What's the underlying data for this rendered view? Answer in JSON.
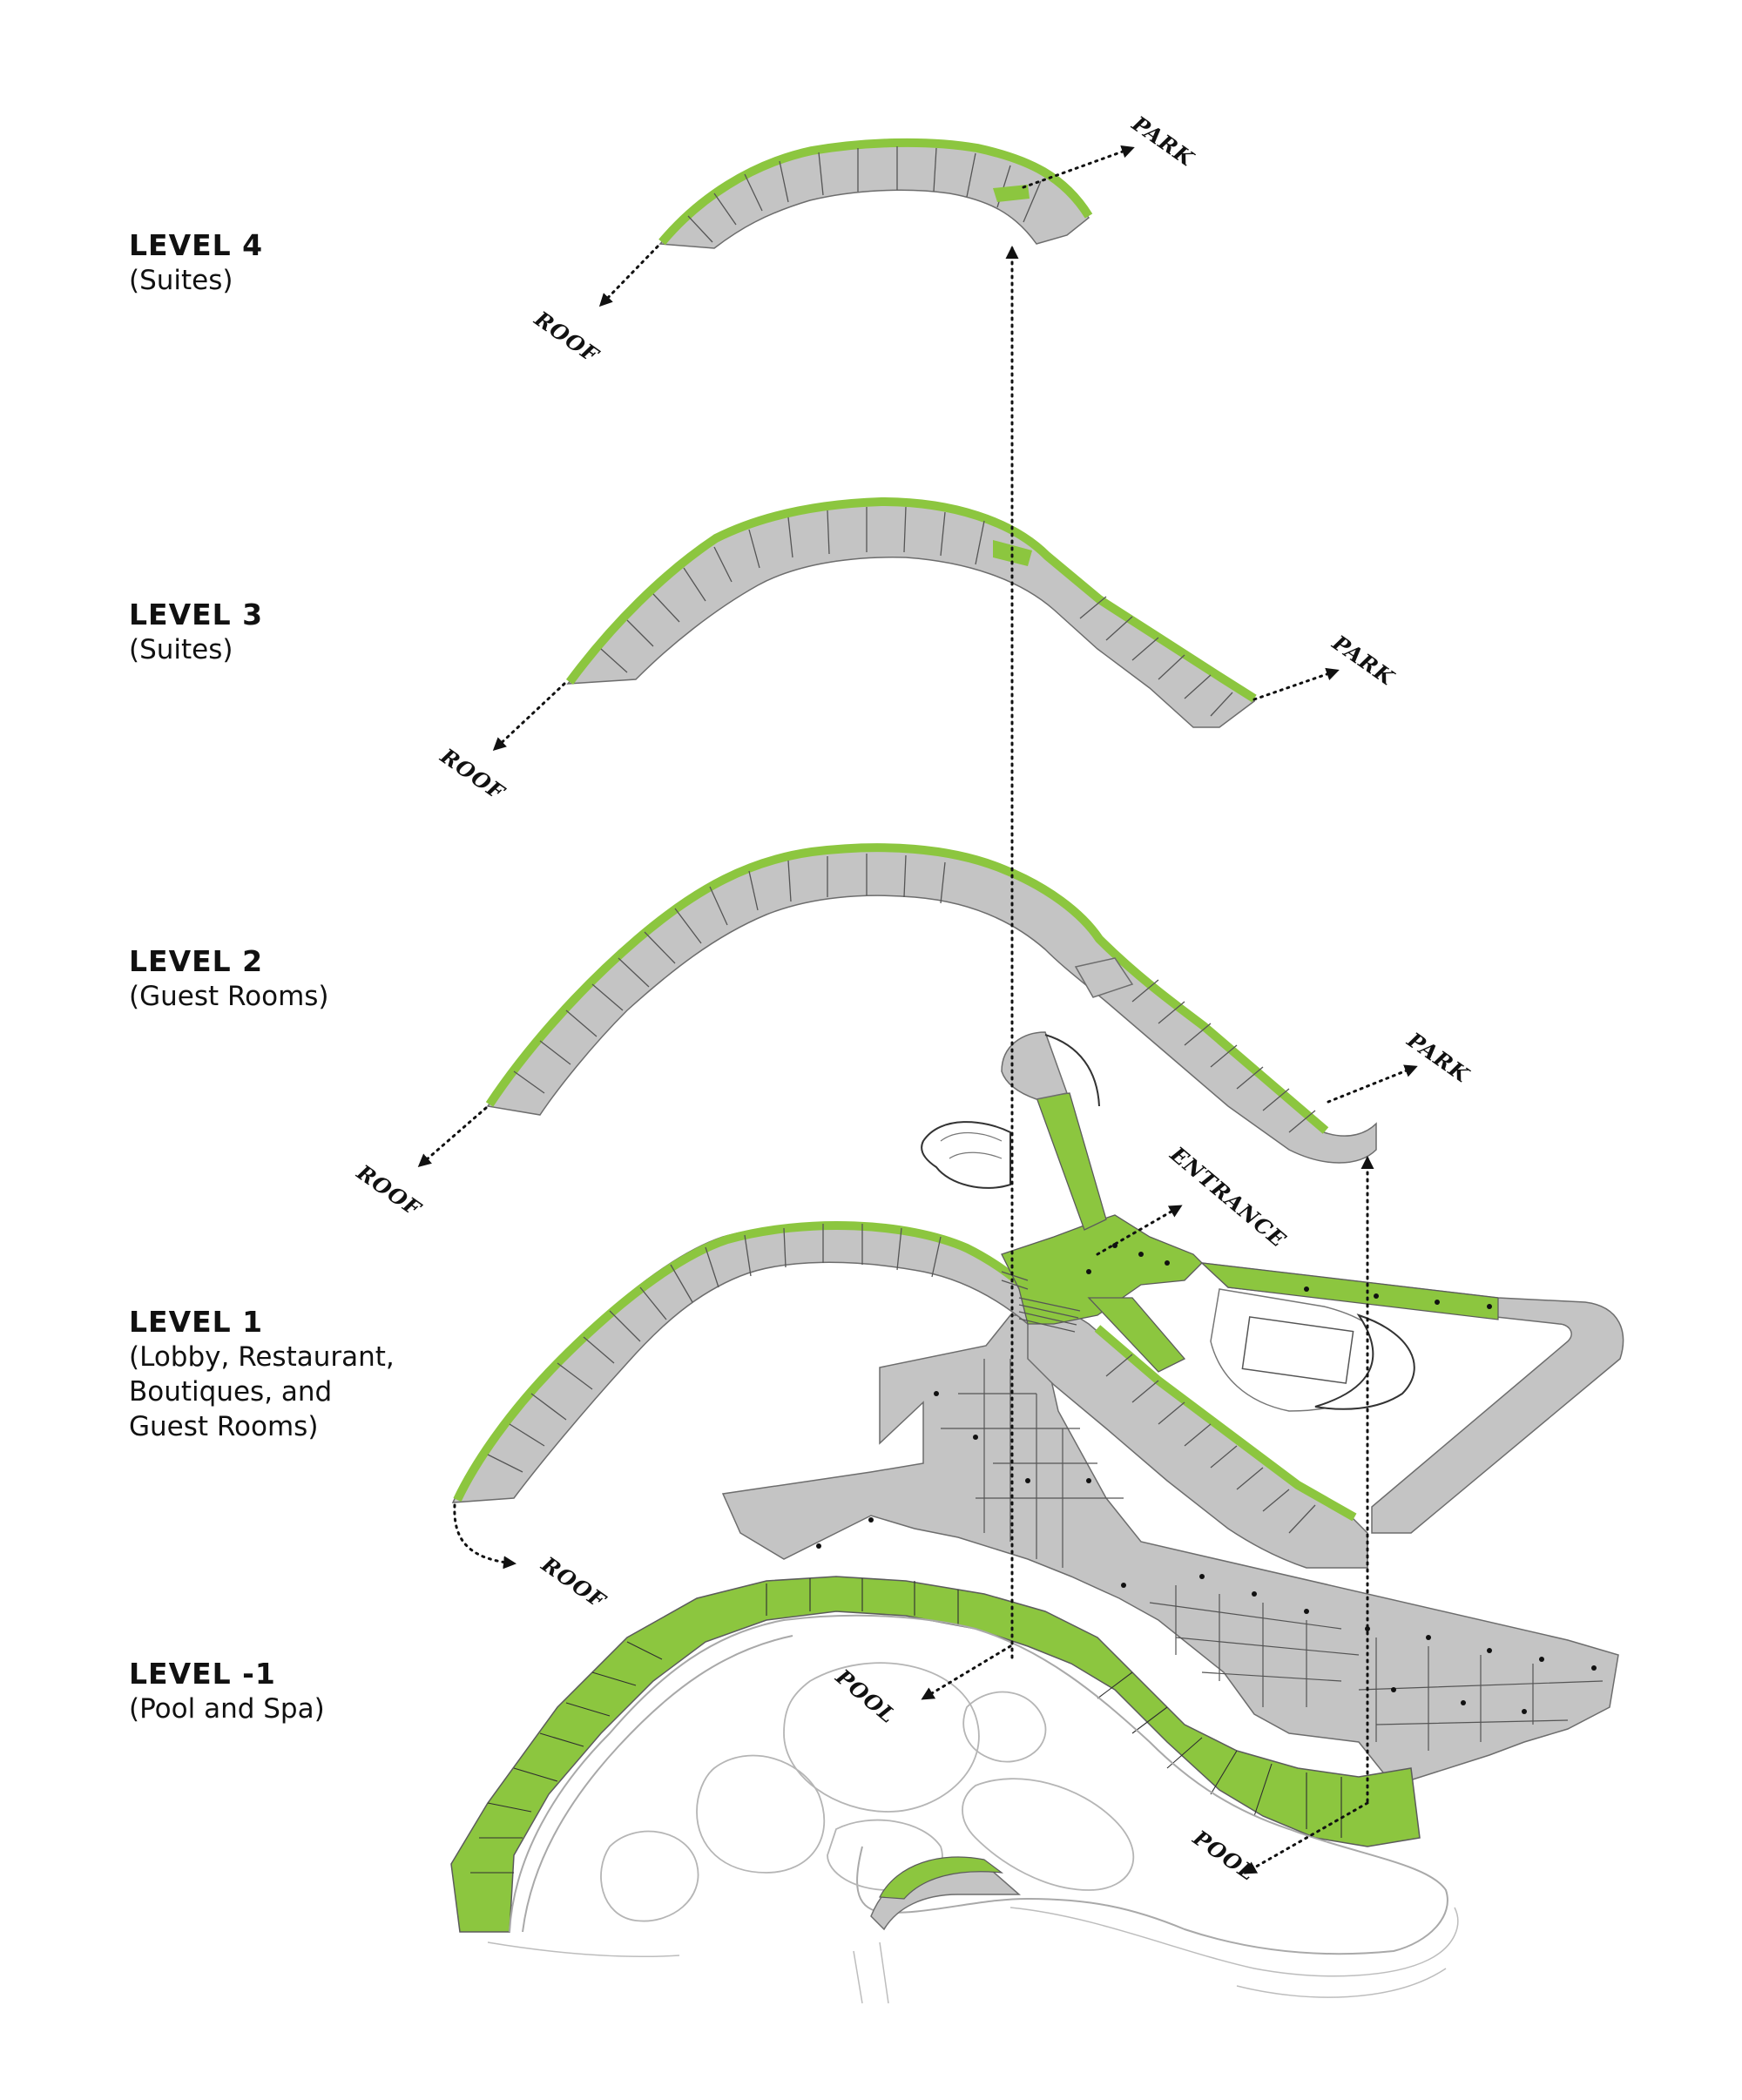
{
  "levels": [
    {
      "title": "LEVEL 4",
      "sub": [
        "(Suites)"
      ]
    },
    {
      "title": "LEVEL 3",
      "sub": [
        "(Suites)"
      ]
    },
    {
      "title": "LEVEL 2",
      "sub": [
        "(Guest Rooms)"
      ]
    },
    {
      "title": "LEVEL 1",
      "sub": [
        "(Lobby, Restaurant,",
        "Boutiques, and",
        "Guest Rooms)"
      ]
    },
    {
      "title": "LEVEL -1",
      "sub": [
        "(Pool and Spa)"
      ]
    }
  ],
  "arrow_labels": {
    "l4_park": "PARK",
    "l4_roof": "ROOF",
    "l3_park": "PARK",
    "l3_roof": "ROOF",
    "l2_park": "PARK",
    "l2_roof": "ROOF",
    "l1_entrance": "ENTRANCE",
    "l1_roof": "ROOF",
    "lm1_pool_upper": "POOL",
    "lm1_pool_lower": "POOL"
  },
  "colors": {
    "corridor_green": "#8cc63f",
    "floor_gray": "#c4c4c4",
    "outline_gray": "#6d6d6d"
  }
}
